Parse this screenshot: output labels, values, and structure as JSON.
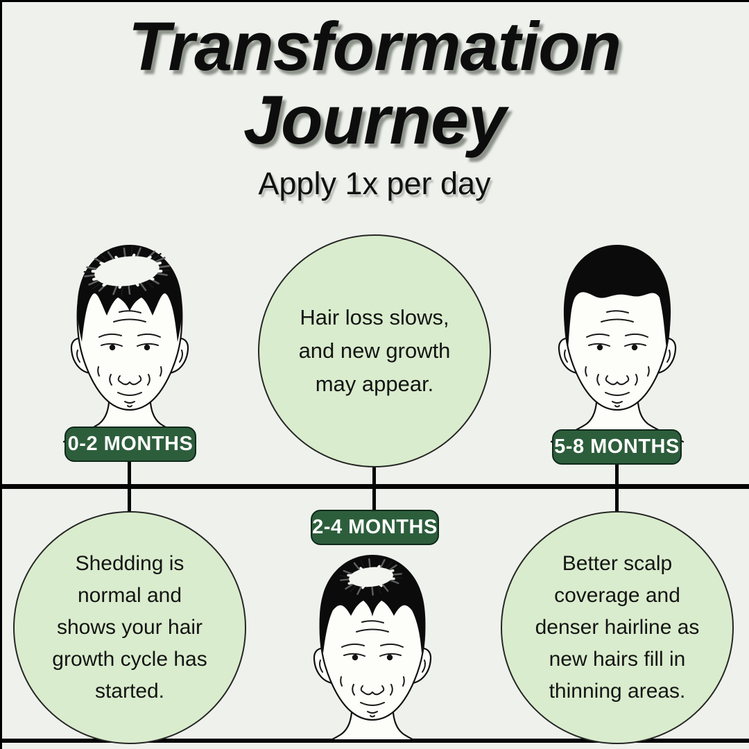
{
  "page": {
    "background": "#eff1ec",
    "accent_green": "#2d5e3c",
    "bubble_green": "#d9eccd"
  },
  "header": {
    "title_line1": "Transformation",
    "title_line2": "Journey",
    "subtitle": "Apply 1x per day"
  },
  "timeline": {
    "stages": [
      {
        "badge": "0-2 MONTHS",
        "note": "Shedding is normal and shows your hair growth cycle has started.",
        "note_lines": [
          "Shedding is",
          "normal and",
          "shows your hair",
          "growth cycle has",
          "started."
        ]
      },
      {
        "badge": "2-4 MONTHS",
        "note": "Hair loss slows, and new growth may appear.",
        "note_lines": [
          "Hair loss slows,",
          "and new growth",
          "may appear."
        ]
      },
      {
        "badge": "5-8 MONTHS",
        "note": "Better scalp coverage and denser hairline as new hairs fill in thinning areas.",
        "note_lines": [
          "Better scalp",
          "coverage and",
          "denser hairline as",
          "new hairs fill in",
          "thinning areas."
        ]
      }
    ]
  }
}
